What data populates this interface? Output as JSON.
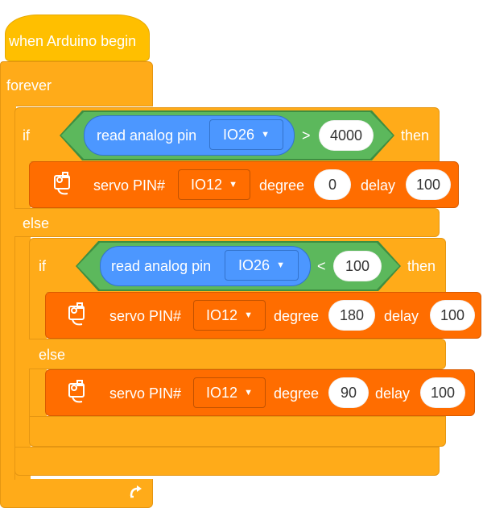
{
  "hat": {
    "label": "when Arduino begin"
  },
  "forever": {
    "label": "forever"
  },
  "outer_if": {
    "if_label": "if",
    "then_label": "then",
    "else_label": "else",
    "condition": {
      "reporter_label": "read analog pin",
      "pin": "IO26",
      "operator": ">",
      "value": "4000"
    },
    "then_block": {
      "label": "servo PIN#",
      "pin": "IO12",
      "degree_label": "degree",
      "degree": "0",
      "delay_label": "delay",
      "delay": "100"
    }
  },
  "inner_if": {
    "if_label": "if",
    "then_label": "then",
    "else_label": "else",
    "condition": {
      "reporter_label": "read analog pin",
      "pin": "IO26",
      "operator": "<",
      "value": "100"
    },
    "then_block": {
      "label": "servo PIN#",
      "pin": "IO12",
      "degree_label": "degree",
      "degree": "180",
      "delay_label": "delay",
      "delay": "100"
    },
    "else_block": {
      "label": "servo PIN#",
      "pin": "IO12",
      "degree_label": "degree",
      "degree": "90",
      "delay_label": "delay",
      "delay": "100"
    }
  },
  "icons": {
    "servo": "servo-motor-icon",
    "dropdown": "triangle-down-icon",
    "loop": "loop-arrow-icon"
  },
  "colors": {
    "event": "#ffbf00",
    "control": "#ffab19",
    "servo": "#ff6d00",
    "operator": "#5cb85c",
    "sensor": "#4c97ff"
  }
}
